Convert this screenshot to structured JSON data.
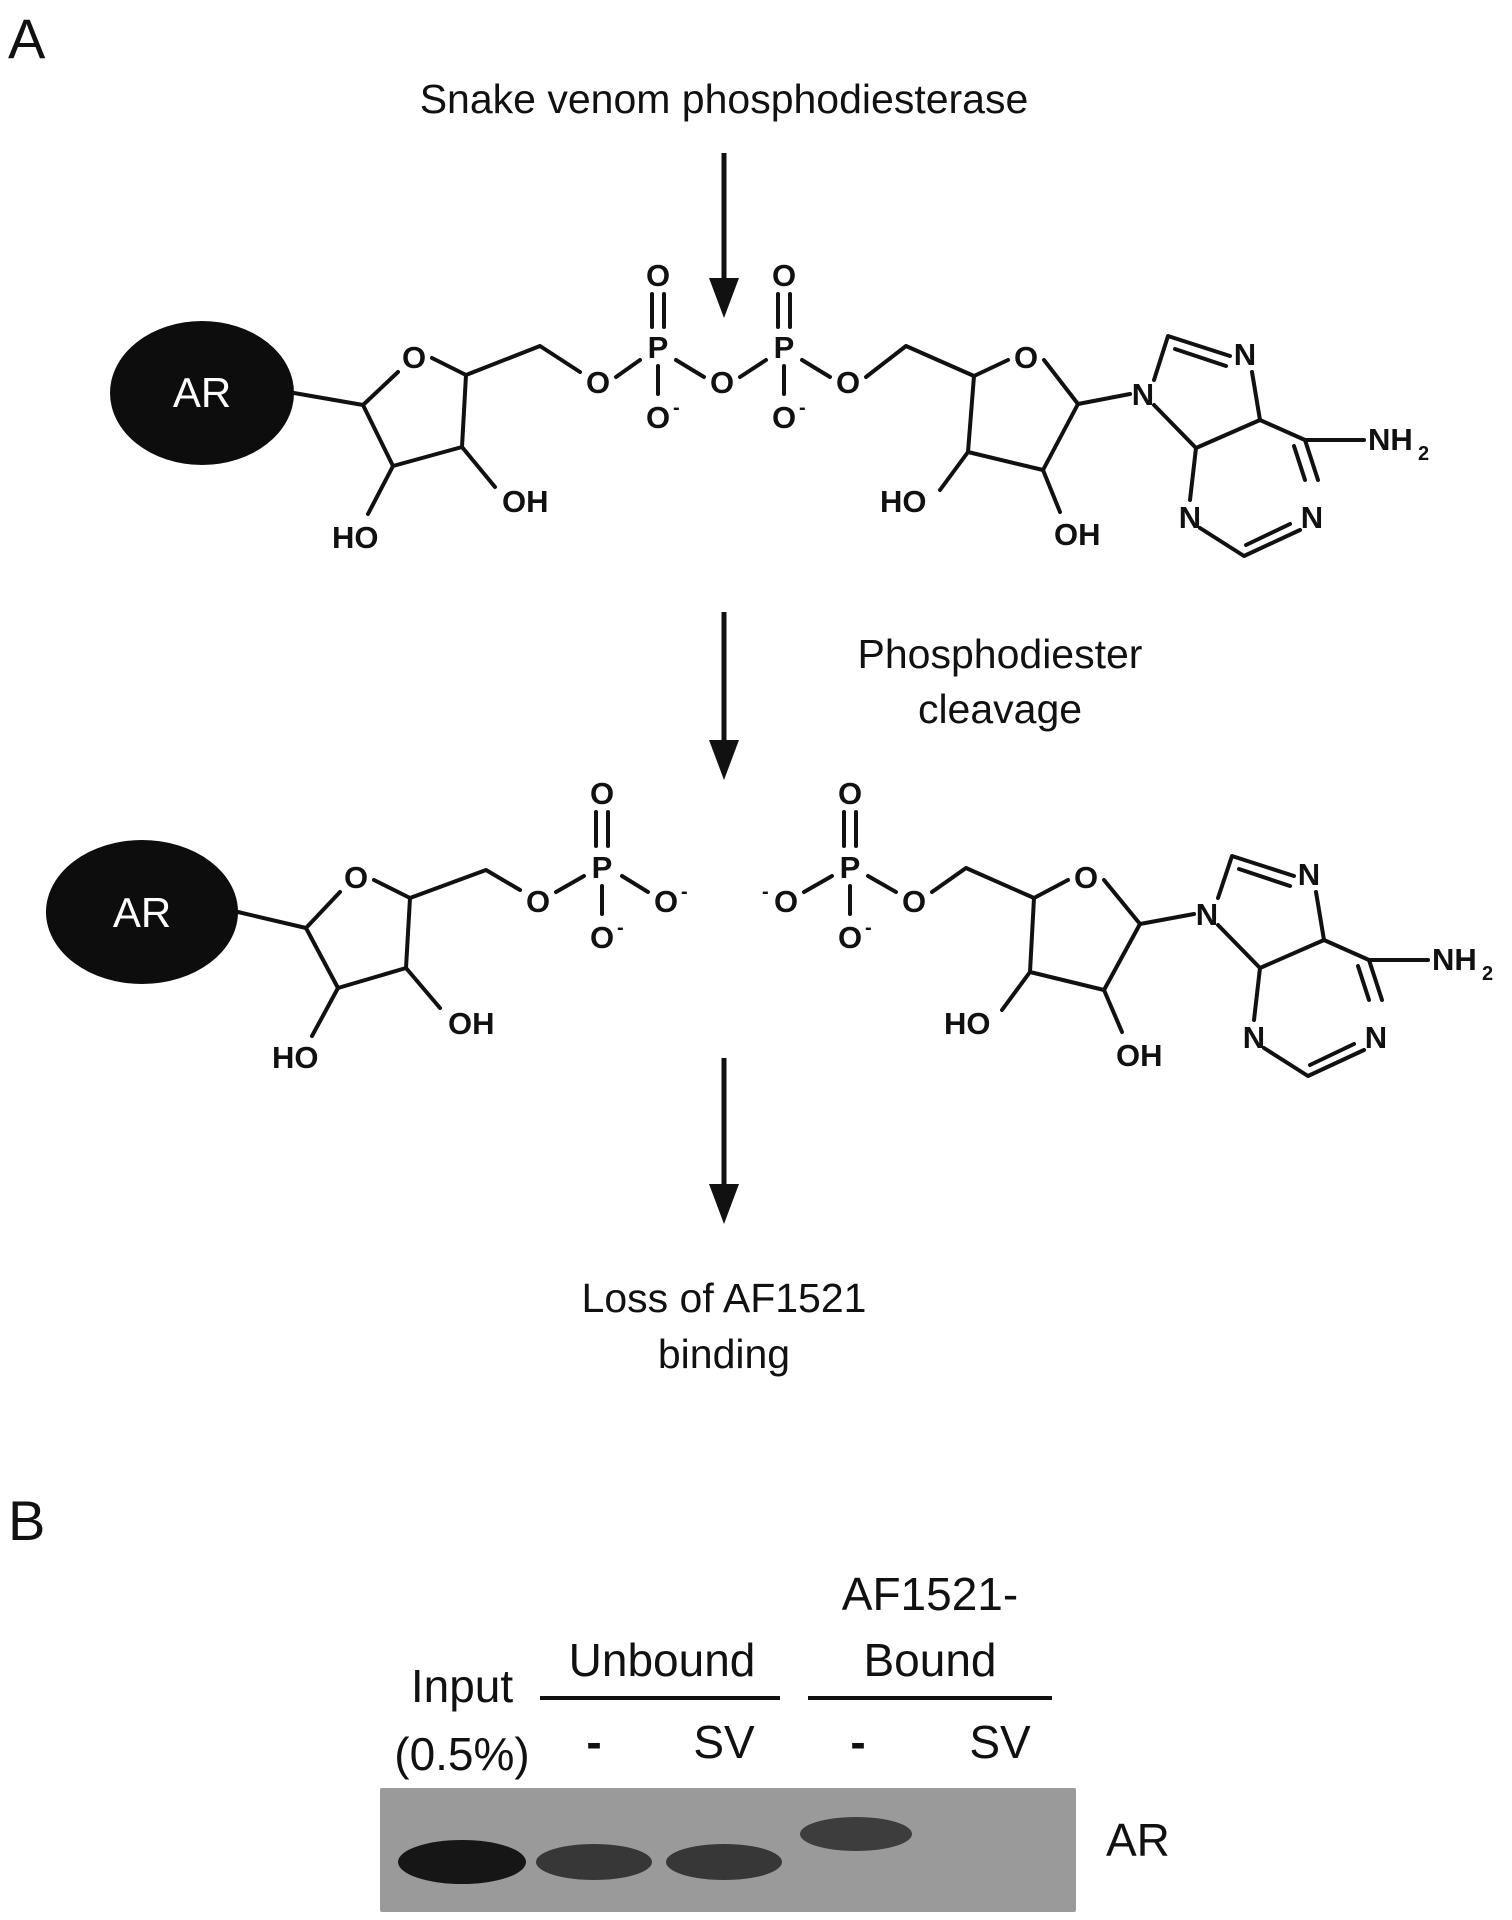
{
  "panel_a": {
    "letter": "A",
    "enzyme_label": "Snake venom phosphodiesterase",
    "cleavage_label": [
      "Phosphodiester",
      "cleavage"
    ],
    "outcome_label": [
      "Loss of AF1521",
      "binding"
    ]
  },
  "molecule": {
    "protein_label": "AR",
    "atoms": {
      "oxygen": "O",
      "phosphorus": "P",
      "nitrogen": "N",
      "hydroxyl": "OH",
      "hydroxyl_left": "HO",
      "amine": "NH",
      "amine_subscript": "2",
      "negative_charge": "-"
    }
  },
  "panel_b": {
    "letter": "B",
    "input_label": [
      "Input",
      "(0.5%)"
    ],
    "unbound_label": "Unbound",
    "bound_label": [
      "AF1521-",
      "Bound"
    ],
    "lane_labels": [
      "-",
      "SV",
      "-",
      "SV"
    ],
    "band_label": "AR",
    "blot": {
      "background_color": "#9a9a9a",
      "band_color": "#161616",
      "lanes": [
        {
          "group": "Input",
          "treatment": "",
          "band_intensity": 1.0
        },
        {
          "group": "Unbound",
          "treatment": "-",
          "band_intensity": 0.75
        },
        {
          "group": "Unbound",
          "treatment": "SV",
          "band_intensity": 0.75
        },
        {
          "group": "AF1521-Bound",
          "treatment": "-",
          "band_intensity": 0.7
        },
        {
          "group": "AF1521-Bound",
          "treatment": "SV",
          "band_intensity": 0.0
        }
      ]
    }
  }
}
